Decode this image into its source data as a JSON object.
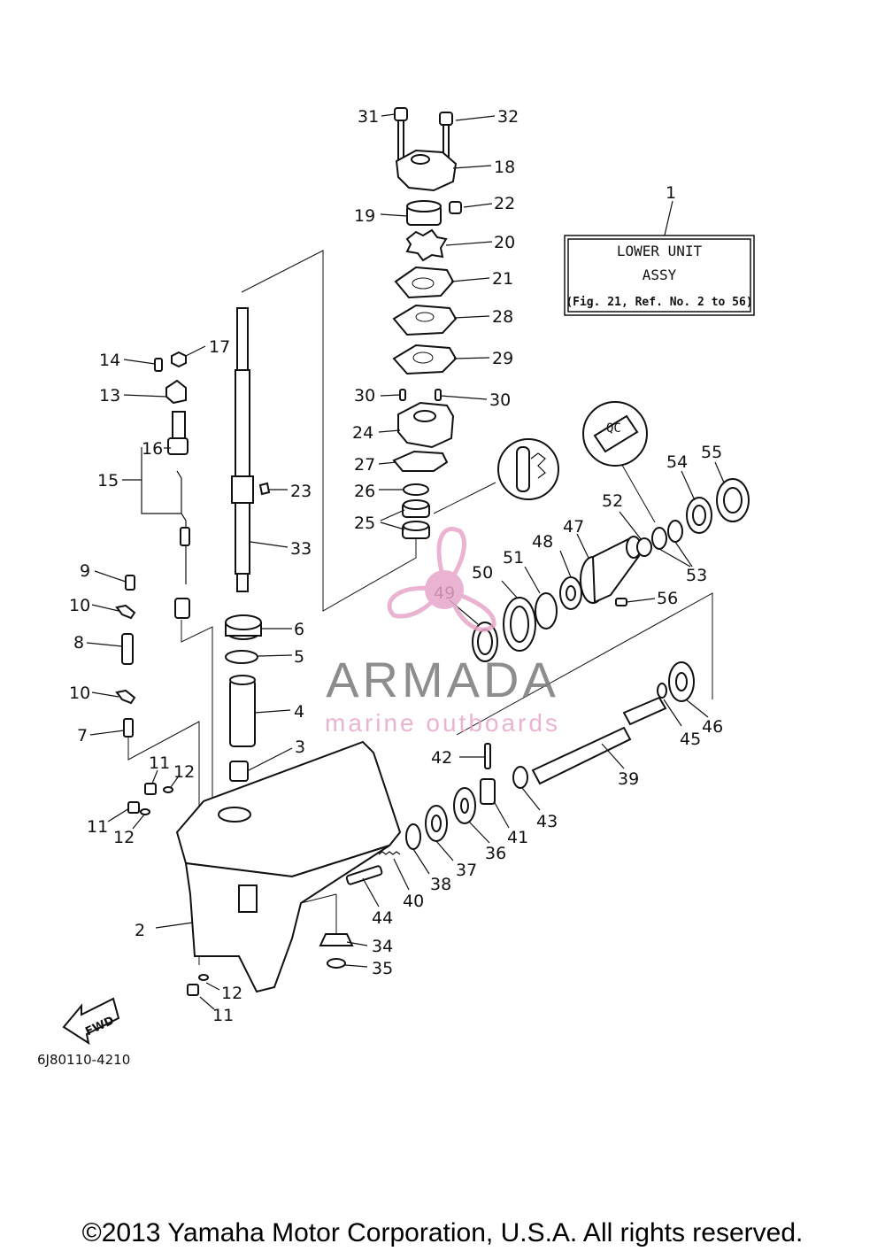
{
  "legend": {
    "ref": "1",
    "line1": "LOWER UNIT",
    "line2": "ASSY",
    "line3": "(Fig. 21, Ref. No. 2 to 56)"
  },
  "watermark": {
    "brand": "ARMADA",
    "tagline": "marine outboards",
    "colors": {
      "brand_text": "#7a7a7a",
      "propeller": "#e7a6c9"
    }
  },
  "fwd_label": "FWD",
  "drawing_code": "6J80110-4210",
  "copyright": "©2013 Yamaha Motor Corporation, U.S.A. All rights reserved.",
  "callouts": {
    "c2": "2",
    "c3": "3",
    "c4": "4",
    "c5": "5",
    "c6": "6",
    "c7": "7",
    "c8": "8",
    "c9": "9",
    "c10a": "10",
    "c10b": "10",
    "c11a": "11",
    "c11b": "11",
    "c11c": "11",
    "c12a": "12",
    "c12b": "12",
    "c12c": "12",
    "c13": "13",
    "c14": "14",
    "c15": "15",
    "c16": "16",
    "c17": "17",
    "c18": "18",
    "c19": "19",
    "c20": "20",
    "c21": "21",
    "c22": "22",
    "c23": "23",
    "c24": "24",
    "c25": "25",
    "c26": "26",
    "c27": "27",
    "c28": "28",
    "c29": "29",
    "c30a": "30",
    "c30b": "30",
    "c31": "31",
    "c32": "32",
    "c33": "33",
    "c34": "34",
    "c35": "35",
    "c36": "36",
    "c37": "37",
    "c38": "38",
    "c39": "39",
    "c40": "40",
    "c41": "41",
    "c42": "42",
    "c43": "43",
    "c44": "44",
    "c45": "45",
    "c46": "46",
    "c47": "47",
    "c48": "48",
    "c49": "49",
    "c50": "50",
    "c51": "51",
    "c52": "52",
    "c53": "53",
    "c54": "54",
    "c55": "55",
    "c56": "56"
  }
}
